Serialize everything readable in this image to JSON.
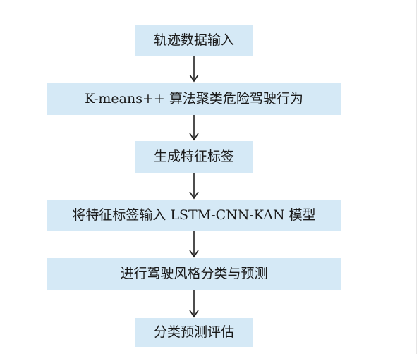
{
  "flowchart": {
    "steps": [
      {
        "label": "轨迹数据输入"
      },
      {
        "label": "K-means++ 算法聚类危险驾驶行为"
      },
      {
        "label": "生成特征标签"
      },
      {
        "label": "将特征标签输入 LSTM-CNN-KAN 模型"
      },
      {
        "label": "进行驾驶风格分类与预测"
      },
      {
        "label": "分类预测评估"
      }
    ],
    "colors": {
      "box_fill": "#d5e9f6",
      "text": "#1a1a1a",
      "arrow": "#222222"
    }
  }
}
